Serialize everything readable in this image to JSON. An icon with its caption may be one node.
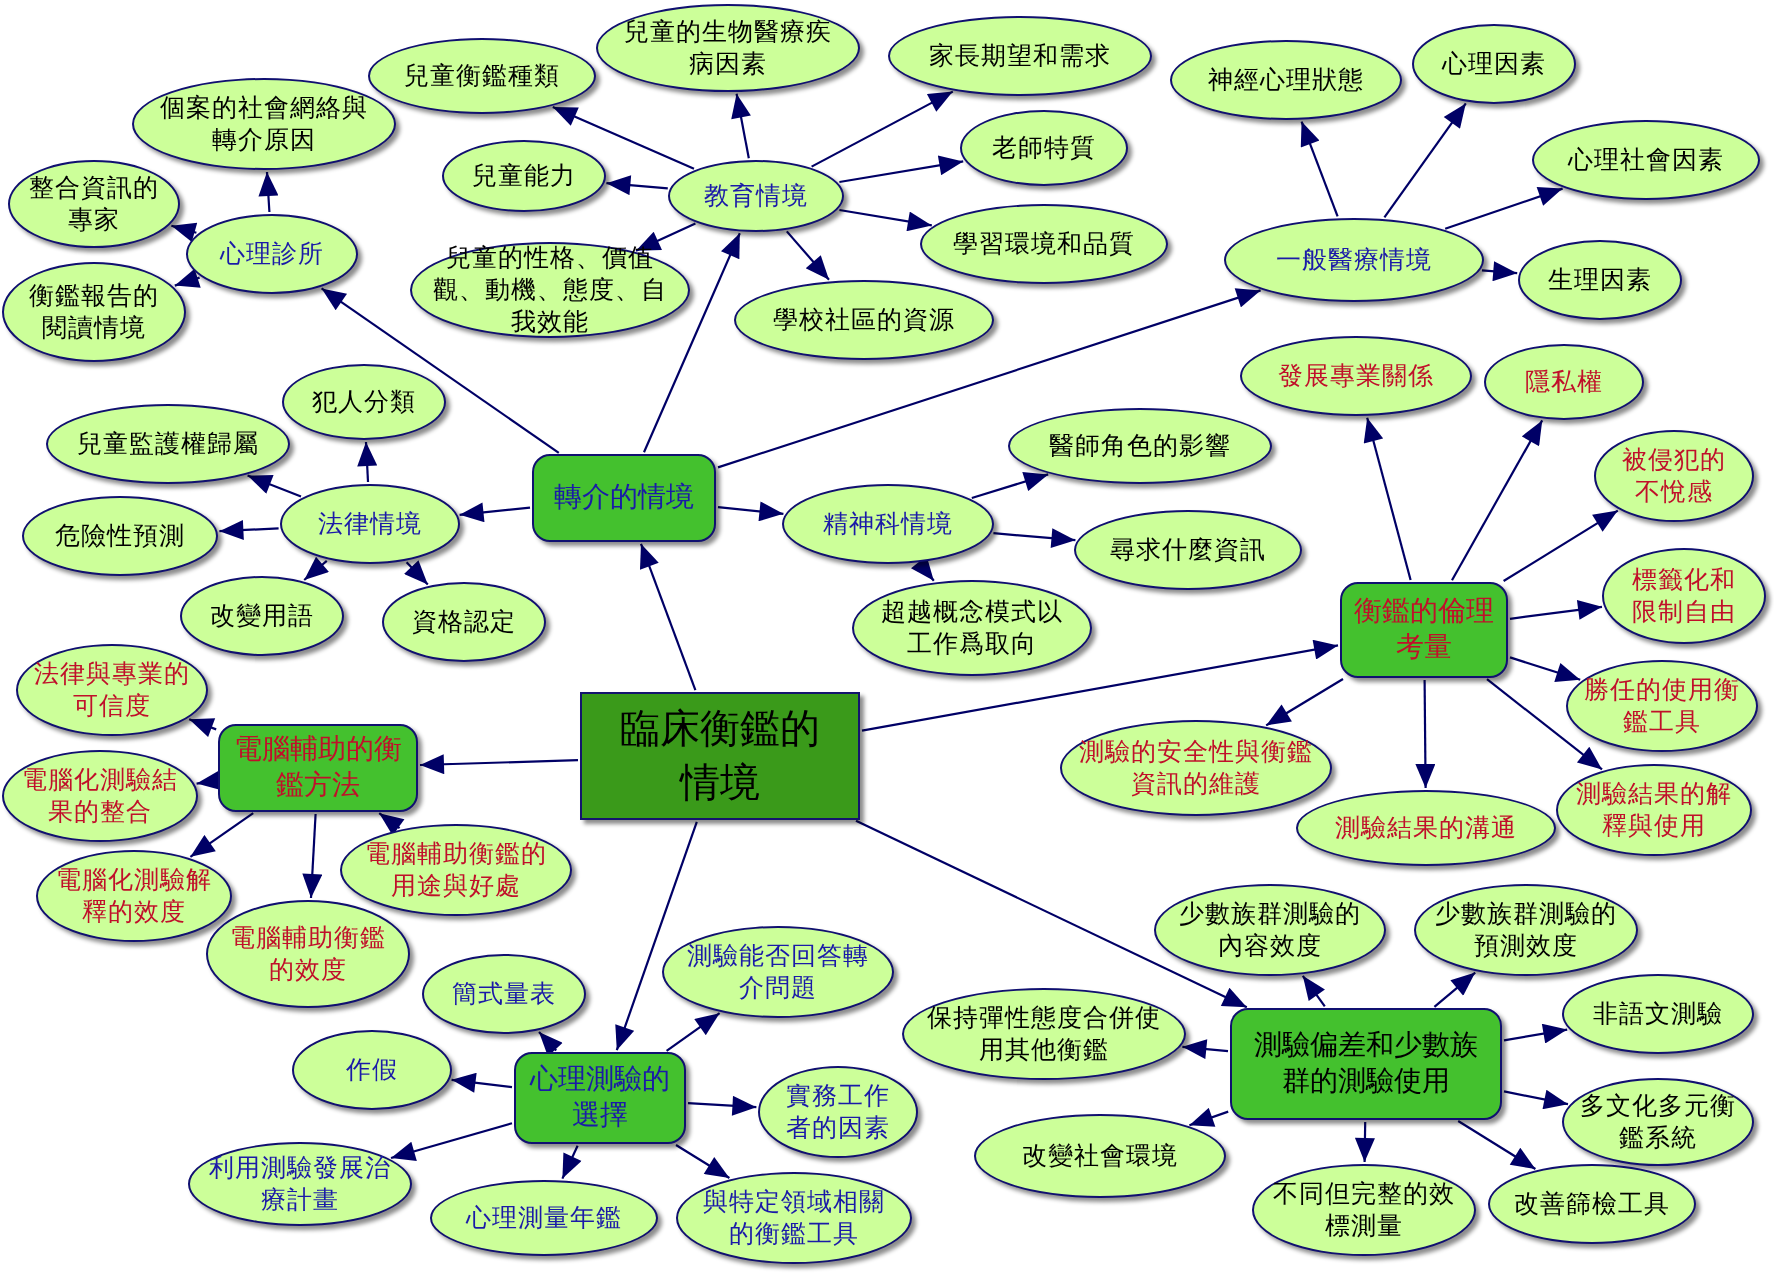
{
  "diagram": {
    "nodes": [
      {
        "text": [
          "臨床衡鑑的情境"
        ]
      },
      {
        "text": [
          "轉介的情境"
        ]
      },
      {
        "text": [
          "心理診所"
        ]
      },
      {
        "text": [
          "個案的社會網絡與轉介原因"
        ]
      },
      {
        "text": [
          "整合資訊的專家"
        ]
      },
      {
        "text": [
          "衡鑑報告的閱讀情境"
        ]
      },
      {
        "text": [
          "教育情境"
        ]
      },
      {
        "text": [
          "兒童衡鑑種類"
        ]
      },
      {
        "text": [
          "兒童的生物醫療疾病因素"
        ]
      },
      {
        "text": [
          "家長期望和需求"
        ]
      },
      {
        "text": [
          "老師特質"
        ]
      },
      {
        "text": [
          "兒童能力"
        ]
      },
      {
        "text": [
          "兒童的性格、價值觀、動機、態度、自我效能"
        ]
      },
      {
        "text": [
          "學校社區的資源"
        ]
      },
      {
        "text": [
          "學習環境和品質"
        ]
      },
      {
        "text": [
          "一般醫療情境"
        ]
      },
      {
        "text": [
          "神經心理狀態"
        ]
      },
      {
        "text": [
          "心理因素"
        ]
      },
      {
        "text": [
          "心理社會因素"
        ]
      },
      {
        "text": [
          "生理因素"
        ]
      },
      {
        "text": [
          "法律情境"
        ]
      },
      {
        "text": [
          "犯人分類"
        ]
      },
      {
        "text": [
          "兒童監護權歸屬"
        ]
      },
      {
        "text": [
          "危險性預測"
        ]
      },
      {
        "text": [
          "改變用語"
        ]
      },
      {
        "text": [
          "資格認定"
        ]
      },
      {
        "text": [
          "精神科情境"
        ]
      },
      {
        "text": [
          "醫師角色的影響"
        ]
      },
      {
        "text": [
          "尋求什麼資訊"
        ]
      },
      {
        "text": [
          "超越概念模式以工作爲取向"
        ]
      },
      {
        "text": [
          "衡鑑的倫理考量"
        ]
      },
      {
        "text": [
          "發展專業關係"
        ]
      },
      {
        "text": [
          "隱私權"
        ]
      },
      {
        "text": [
          "被侵犯的不悅感"
        ]
      },
      {
        "text": [
          "標籤化和限制自由"
        ]
      },
      {
        "text": [
          "勝任的使用衡鑑工具"
        ]
      },
      {
        "text": [
          "測驗結果的解釋與使用"
        ]
      },
      {
        "text": [
          "測驗結果的溝通"
        ]
      },
      {
        "text": [
          "測驗的安全性與衡鑑資訊的維護"
        ]
      },
      {
        "text": [
          "電腦輔助的衡鑑方法"
        ]
      },
      {
        "text": [
          "法律與專業的可信度"
        ]
      },
      {
        "text": [
          "電腦化測驗結果的整合"
        ]
      },
      {
        "text": [
          "電腦化測驗解釋的效度"
        ]
      },
      {
        "text": [
          "電腦輔助衡鑑的效度"
        ]
      },
      {
        "text": [
          "電腦輔助衡鑑的用途與好處"
        ]
      },
      {
        "text": [
          "心理測驗的選擇"
        ]
      },
      {
        "text": [
          "簡式量表"
        ]
      },
      {
        "text": [
          "測驗能否回答轉介問題"
        ]
      },
      {
        "text": [
          "作假"
        ]
      },
      {
        "text": [
          "實務工作者的因素"
        ]
      },
      {
        "text": [
          "利用測驗發展治療計畫"
        ]
      },
      {
        "text": [
          "心理測量年鑑"
        ]
      },
      {
        "text": [
          "與特定領域相關的衡鑑工具"
        ]
      },
      {
        "text": [
          "測驗偏差和少數族群的測驗使用"
        ]
      },
      {
        "text": [
          "少數族群測驗的內容效度"
        ]
      },
      {
        "text": [
          "少數族群測驗的預測效度"
        ]
      },
      {
        "text": [
          "保持彈性態度合併使用其他衡鑑"
        ]
      },
      {
        "text": [
          "非語文測驗"
        ]
      },
      {
        "text": [
          "多文化多元衡鑑系統"
        ]
      },
      {
        "text": [
          "改變社會環境"
        ]
      },
      {
        "text": [
          "不同但完整的效標測量"
        ]
      },
      {
        "text": [
          "改善篩檢工具"
        ]
      }
    ],
    "edges": [
      {
        "from": 0,
        "to": 1,
        "arrow": "to"
      },
      {
        "from": 1,
        "to": 2,
        "arrow": "to"
      },
      {
        "from": 2,
        "to": 3,
        "arrow": "to"
      },
      {
        "from": 2,
        "to": 4,
        "arrow": "to"
      },
      {
        "from": 2,
        "to": 5,
        "arrow": "to"
      },
      {
        "from": 1,
        "to": 6,
        "arrow": "to"
      },
      {
        "from": 6,
        "to": 7,
        "arrow": "to"
      },
      {
        "from": 6,
        "to": 8,
        "arrow": "to"
      },
      {
        "from": 6,
        "to": 9,
        "arrow": "to"
      },
      {
        "from": 6,
        "to": 10,
        "arrow": "to"
      },
      {
        "from": 6,
        "to": 11,
        "arrow": "to"
      },
      {
        "from": 6,
        "to": 12,
        "arrow": "to"
      },
      {
        "from": 6,
        "to": 13,
        "arrow": "to"
      },
      {
        "from": 6,
        "to": 14,
        "arrow": "to"
      },
      {
        "from": 1,
        "to": 15,
        "arrow": "to"
      },
      {
        "from": 15,
        "to": 16,
        "arrow": "to"
      },
      {
        "from": 15,
        "to": 17,
        "arrow": "to"
      },
      {
        "from": 15,
        "to": 18,
        "arrow": "to"
      },
      {
        "from": 15,
        "to": 19,
        "arrow": "to"
      },
      {
        "from": 1,
        "to": 20,
        "arrow": "to"
      },
      {
        "from": 20,
        "to": 21,
        "arrow": "to"
      },
      {
        "from": 20,
        "to": 22,
        "arrow": "to"
      },
      {
        "from": 20,
        "to": 23,
        "arrow": "to"
      },
      {
        "from": 20,
        "to": 24,
        "arrow": "to"
      },
      {
        "from": 20,
        "to": 25,
        "arrow": "to"
      },
      {
        "from": 1,
        "to": 26,
        "arrow": "to"
      },
      {
        "from": 26,
        "to": 27,
        "arrow": "to"
      },
      {
        "from": 26,
        "to": 28,
        "arrow": "to"
      },
      {
        "from": 26,
        "to": 29,
        "arrow": "to"
      },
      {
        "from": 0,
        "to": 30,
        "arrow": "to"
      },
      {
        "from": 30,
        "to": 31,
        "arrow": "to"
      },
      {
        "from": 30,
        "to": 32,
        "arrow": "to"
      },
      {
        "from": 30,
        "to": 33,
        "arrow": "to"
      },
      {
        "from": 30,
        "to": 34,
        "arrow": "to"
      },
      {
        "from": 30,
        "to": 35,
        "arrow": "to"
      },
      {
        "from": 30,
        "to": 36,
        "arrow": "to"
      },
      {
        "from": 30,
        "to": 37,
        "arrow": "to"
      },
      {
        "from": 30,
        "to": 38,
        "arrow": "to"
      },
      {
        "from": 0,
        "to": 39,
        "arrow": "to"
      },
      {
        "from": 39,
        "to": 40,
        "arrow": "to"
      },
      {
        "from": 39,
        "to": 41,
        "arrow": "to"
      },
      {
        "from": 39,
        "to": 42,
        "arrow": "to"
      },
      {
        "from": 39,
        "to": 43,
        "arrow": "to"
      },
      {
        "from": 44,
        "to": 39,
        "arrow": "to"
      },
      {
        "from": 0,
        "to": 45,
        "arrow": "to"
      },
      {
        "from": 45,
        "to": 46,
        "arrow": "to"
      },
      {
        "from": 45,
        "to": 47,
        "arrow": "to"
      },
      {
        "from": 45,
        "to": 48,
        "arrow": "to"
      },
      {
        "from": 45,
        "to": 49,
        "arrow": "to"
      },
      {
        "from": 45,
        "to": 50,
        "arrow": "to"
      },
      {
        "from": 45,
        "to": 51,
        "arrow": "to"
      },
      {
        "from": 45,
        "to": 52,
        "arrow": "to"
      },
      {
        "from": 0,
        "to": 53,
        "arrow": "to"
      },
      {
        "from": 53,
        "to": 54,
        "arrow": "to"
      },
      {
        "from": 53,
        "to": 55,
        "arrow": "to"
      },
      {
        "from": 53,
        "to": 56,
        "arrow": "to"
      },
      {
        "from": 53,
        "to": 57,
        "arrow": "to"
      },
      {
        "from": 53,
        "to": 58,
        "arrow": "to"
      },
      {
        "from": 53,
        "to": 59,
        "arrow": "to"
      },
      {
        "from": 53,
        "to": 60,
        "arrow": "to"
      },
      {
        "from": 53,
        "to": 61,
        "arrow": "to"
      }
    ]
  }
}
